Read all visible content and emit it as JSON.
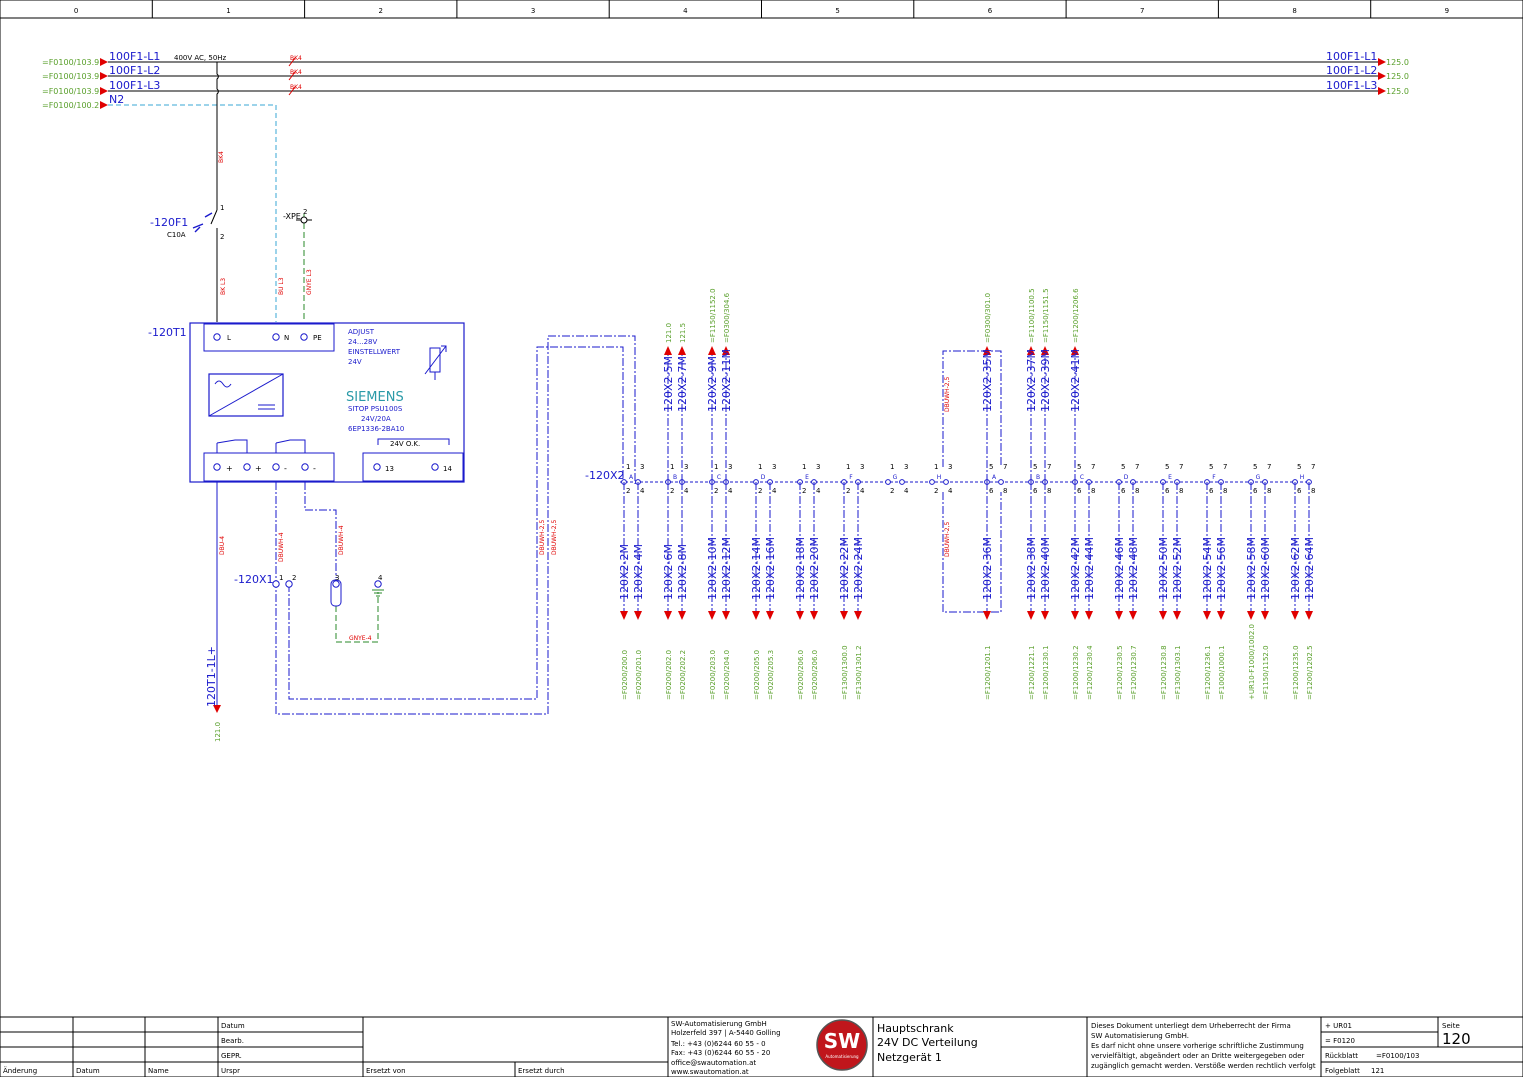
{
  "ruler": [
    "0",
    "1",
    "2",
    "3",
    "4",
    "5",
    "6",
    "7",
    "8",
    "9"
  ],
  "supply": {
    "voltage": "400V AC, 50Hz",
    "lines_left": [
      {
        "ref": "=F0100/103.9",
        "name": "100F1-L1",
        "wire": "BK4"
      },
      {
        "ref": "=F0100/103.9",
        "name": "100F1-L2",
        "wire": "BK4"
      },
      {
        "ref": "=F0100/103.9",
        "name": "100F1-L3",
        "wire": "BK4"
      }
    ],
    "neutral": {
      "ref": "=F0100/100.2",
      "name": "N2"
    },
    "lines_right": [
      {
        "name": "100F1-L1",
        "ref": "125.0"
      },
      {
        "name": "100F1-L2",
        "ref": "125.0"
      },
      {
        "name": "100F1-L3",
        "ref": "125.0"
      }
    ]
  },
  "breaker": {
    "tag": "-120F1",
    "rating": "C10A",
    "pin_top": "1",
    "pin_bottom": "2",
    "wire_top": "BK4",
    "wire_bottom": "BK L3"
  },
  "pe_terminal": {
    "tag": "-XPE",
    "pin": "2",
    "wire": "GNYE L3"
  },
  "neutral_wire": "BU L3",
  "psu": {
    "tag": "-120T1",
    "pins_top": [
      "L",
      "N",
      "PE"
    ],
    "adjust_lines": [
      "ADJUST",
      "24...28V",
      "EINSTELLWERT",
      "24V"
    ],
    "brand": "SIEMENS",
    "model_lines": [
      "SITOP PSU100S",
      "24V/20A",
      "6EP1336-2BA10"
    ],
    "ok_label": "24V O.K.",
    "pins_bottom": [
      "+",
      "+",
      "-",
      "-"
    ],
    "ok_pins": [
      "13",
      "14"
    ]
  },
  "x1": {
    "tag": "-120X1",
    "pins": [
      "1",
      "2",
      "3",
      "4"
    ],
    "wires": [
      "DBU-4",
      "DBUWH-4",
      "DBUWH-4"
    ],
    "pe_wire": "GNYE-4"
  },
  "output": {
    "name": "120T1-1L+",
    "ref": "121.0"
  },
  "x2_tag": "-120X2",
  "bus_wires": [
    "DBUWH-2,5",
    "DBUWH-2,5"
  ],
  "right_bus_wire": "DBUWH-2,5",
  "x2_groups_left": [
    {
      "label": "A",
      "top_pins": [
        "1",
        "3"
      ],
      "bottom_pins": [
        "2",
        "4"
      ],
      "top_marks": [],
      "top_refs": [],
      "bot_marks": [
        "120X2-2M",
        "120X2-4M"
      ],
      "bot_refs": [
        "=F0200/200.0",
        "=F0200/201.0"
      ]
    },
    {
      "label": "B",
      "top_pins": [
        "1",
        "3"
      ],
      "bottom_pins": [
        "2",
        "4"
      ],
      "top_marks": [
        "120X2-5M",
        "120X2-7M"
      ],
      "top_refs": [
        "121.0",
        "121.5"
      ],
      "bot_marks": [
        "120X2-6M",
        "120X2-8M"
      ],
      "bot_refs": [
        "=F0200/202.0",
        "=F0200/202.2"
      ]
    },
    {
      "label": "C",
      "top_pins": [
        "1",
        "3"
      ],
      "bottom_pins": [
        "2",
        "4"
      ],
      "top_marks": [
        "120X2-9M",
        "120X2-11M"
      ],
      "top_refs": [
        "=F1150/1152.0",
        "=F0300/304.6"
      ],
      "bot_marks": [
        "120X2-10M",
        "120X2-12M"
      ],
      "bot_refs": [
        "=F0200/203.0",
        "=F0200/204.0"
      ]
    },
    {
      "label": "D",
      "top_pins": [
        "1",
        "3"
      ],
      "bottom_pins": [
        "2",
        "4"
      ],
      "top_marks": [],
      "top_refs": [],
      "bot_marks": [
        "120X2-14M",
        "120X2-16M"
      ],
      "bot_refs": [
        "=F0200/205.0",
        "=F0200/205.3"
      ]
    },
    {
      "label": "E",
      "top_pins": [
        "1",
        "3"
      ],
      "bottom_pins": [
        "2",
        "4"
      ],
      "top_marks": [],
      "top_refs": [],
      "bot_marks": [
        "120X2-18M",
        "120X2-20M"
      ],
      "bot_refs": [
        "=F0200/206.0",
        "=F0200/206.0"
      ]
    },
    {
      "label": "F",
      "top_pins": [
        "1",
        "3"
      ],
      "bottom_pins": [
        "2",
        "4"
      ],
      "top_marks": [],
      "top_refs": [],
      "bot_marks": [
        "120X2-22M",
        "120X2-24M"
      ],
      "bot_refs": [
        "=F1300/1300.0",
        "=F1300/1301.2"
      ]
    },
    {
      "label": "G",
      "top_pins": [
        "1",
        "3"
      ],
      "bottom_pins": [
        "2",
        "4"
      ],
      "top_marks": [],
      "top_refs": [],
      "bot_marks": [],
      "bot_refs": []
    },
    {
      "label": "H",
      "top_pins": [
        "1",
        "3"
      ],
      "bottom_pins": [
        "2",
        "4"
      ],
      "top_marks": [],
      "top_refs": [],
      "bot_marks": [],
      "bot_refs": []
    }
  ],
  "x2_groups_right": [
    {
      "label": "A",
      "top_pins": [
        "5",
        "7"
      ],
      "bottom_pins": [
        "6",
        "8"
      ],
      "top_marks": [
        "120X2-35M"
      ],
      "top_refs": [
        "=F0300/301.0"
      ],
      "bot_marks": [
        "120X2-36M"
      ],
      "bot_refs": [
        "=F1200/1201.1"
      ]
    },
    {
      "label": "B",
      "top_pins": [
        "5",
        "7"
      ],
      "bottom_pins": [
        "6",
        "8"
      ],
      "top_marks": [
        "120X2-37M",
        "120X2-39M"
      ],
      "top_refs": [
        "=F1100/1100.5",
        "=F1150/1151.5"
      ],
      "bot_marks": [
        "120X2-38M",
        "120X2-40M"
      ],
      "bot_refs": [
        "=F1200/1221.1",
        "=F1200/1230.1"
      ]
    },
    {
      "label": "C",
      "top_pins": [
        "5",
        "7"
      ],
      "bottom_pins": [
        "6",
        "8"
      ],
      "top_marks": [
        "120X2-41M"
      ],
      "top_refs": [
        "=F1200/1206.6"
      ],
      "bot_marks": [
        "120X2-42M",
        "120X2-44M"
      ],
      "bot_refs": [
        "=F1200/1230.2",
        "=F1200/1230.4"
      ]
    },
    {
      "label": "D",
      "top_pins": [
        "5",
        "7"
      ],
      "bottom_pins": [
        "6",
        "8"
      ],
      "top_marks": [],
      "top_refs": [],
      "bot_marks": [
        "120X2-46M",
        "120X2-48M"
      ],
      "bot_refs": [
        "=F1200/1230.5",
        "=F1200/1230.7"
      ]
    },
    {
      "label": "E",
      "top_pins": [
        "5",
        "7"
      ],
      "bottom_pins": [
        "6",
        "8"
      ],
      "top_marks": [],
      "top_refs": [],
      "bot_marks": [
        "120X2-50M",
        "120X2-52M"
      ],
      "bot_refs": [
        "=F1200/1230.8",
        "=F1300/1303.1"
      ]
    },
    {
      "label": "F",
      "top_pins": [
        "5",
        "7"
      ],
      "bottom_pins": [
        "6",
        "8"
      ],
      "top_marks": [],
      "top_refs": [],
      "bot_marks": [
        "120X2-54M",
        "120X2-56M"
      ],
      "bot_refs": [
        "=F1200/1236.1",
        "=F1000/1000.1"
      ]
    },
    {
      "label": "G",
      "top_pins": [
        "5",
        "7"
      ],
      "bottom_pins": [
        "6",
        "8"
      ],
      "top_marks": [],
      "top_refs": [],
      "bot_marks": [
        "120X2-58M",
        "120X2-60M"
      ],
      "bot_refs": [
        "+UR10-F1000/1002.0",
        "=F1150/1152.0"
      ]
    },
    {
      "label": "H",
      "top_pins": [
        "5",
        "7"
      ],
      "bottom_pins": [
        "6",
        "8"
      ],
      "top_marks": [],
      "top_refs": [],
      "bot_marks": [
        "120X2-62M",
        "120X2-64M"
      ],
      "bot_refs": [
        "=F1200/1235.0",
        "=F1200/1202.5"
      ]
    }
  ],
  "title_block": {
    "col_labels": [
      "Änderung",
      "Datum",
      "Name",
      "Urspr",
      "Ersetzt von",
      "Ersetzt durch"
    ],
    "row_labels": [
      "Datum",
      "Bearb.",
      "GEPR."
    ],
    "company": [
      "SW-Automatisierung GmbH",
      "Holzerfeld 397 | A-5440 Golling",
      "Tel.: +43 (0)6244 60 55 - 0",
      "Fax: +43 (0)6244 60 55 - 20",
      "office@swautomation.at",
      "www.swautomation.at"
    ],
    "logo_text": "SW",
    "logo_sub": "Automatisierung",
    "project": [
      "Hauptschrank",
      "24V DC Verteilung",
      "Netzgerät 1"
    ],
    "copyright": [
      "Dieses Dokument unterliegt dem Urheberrecht der Firma",
      "SW Automatisierung GmbH.",
      "Es darf nicht ohne unsere vorherige schriftliche Zustimmung",
      "vervielfältigt, abgeändert oder an Dritte weitergegeben oder",
      "zugänglich gemacht werden. Verstöße werden rechtlich verfolgt"
    ],
    "location": "+ UR01",
    "function": "= F0120",
    "prev_label": "Rückblatt",
    "prev_value": "=F0100/103",
    "next_label": "Folgeblatt",
    "next_value": "121",
    "page_label": "Seite",
    "page_value": "120"
  }
}
